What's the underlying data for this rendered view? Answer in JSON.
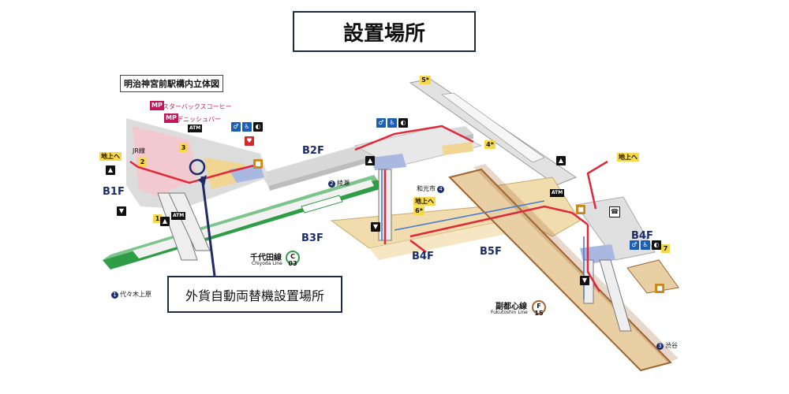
{
  "page": {
    "title": "設置場所"
  },
  "map": {
    "diagram_title": "明治神宮前駅構内立体図",
    "floors": {
      "b1f": "B1F",
      "b2f": "B2F",
      "b3f": "B3F",
      "b4f_center": "B4F",
      "b4f_right": "B4F",
      "b5f": "B5F"
    },
    "lines": {
      "chiyoda_name": "千代田線",
      "chiyoda_en": "Chiyoda Line",
      "chiyoda_code_letter": "C",
      "chiyoda_code_num": "03",
      "fukutoshin_name": "副都心線",
      "fukutoshin_en": "Fukutoshin Line",
      "fukutoshin_code_letter": "F",
      "fukutoshin_code_num": "15"
    },
    "directions": {
      "yoyogi_num": "1",
      "yoyogi": "代々木上原",
      "ayase_num": "2",
      "ayase": "綾瀬",
      "wakoshi_num": "4",
      "wakoshi": "和光市",
      "shibuya_num": "3",
      "shibuya": "渋谷"
    },
    "shops": {
      "mp": "MP",
      "starbucks": "スターバックスコーヒー",
      "danish": "デニッシュバー"
    },
    "tags": {
      "to_ground_left": "地上へ",
      "to_ground_center": "地上へ",
      "to_ground_right": "地上へ",
      "jr": "JR線",
      "atm": "ATM"
    },
    "exits": {
      "e1": "1",
      "e2": "2",
      "e3": "3",
      "e4": "4*",
      "e5": "5*",
      "e6": "6*",
      "e7": "7"
    }
  },
  "callout": {
    "label": "外貨自動両替機設置場所"
  },
  "colors": {
    "route_red": "#e0283a",
    "chiyoda_green": "#2e9d46",
    "fukutoshin_brown": "#a0642e",
    "concourse_gray": "#d8d8d8",
    "platform_tan": "#e8cfa4",
    "highlight_blue": "#1f2a66",
    "exit_yellow": "#f7d84a"
  }
}
